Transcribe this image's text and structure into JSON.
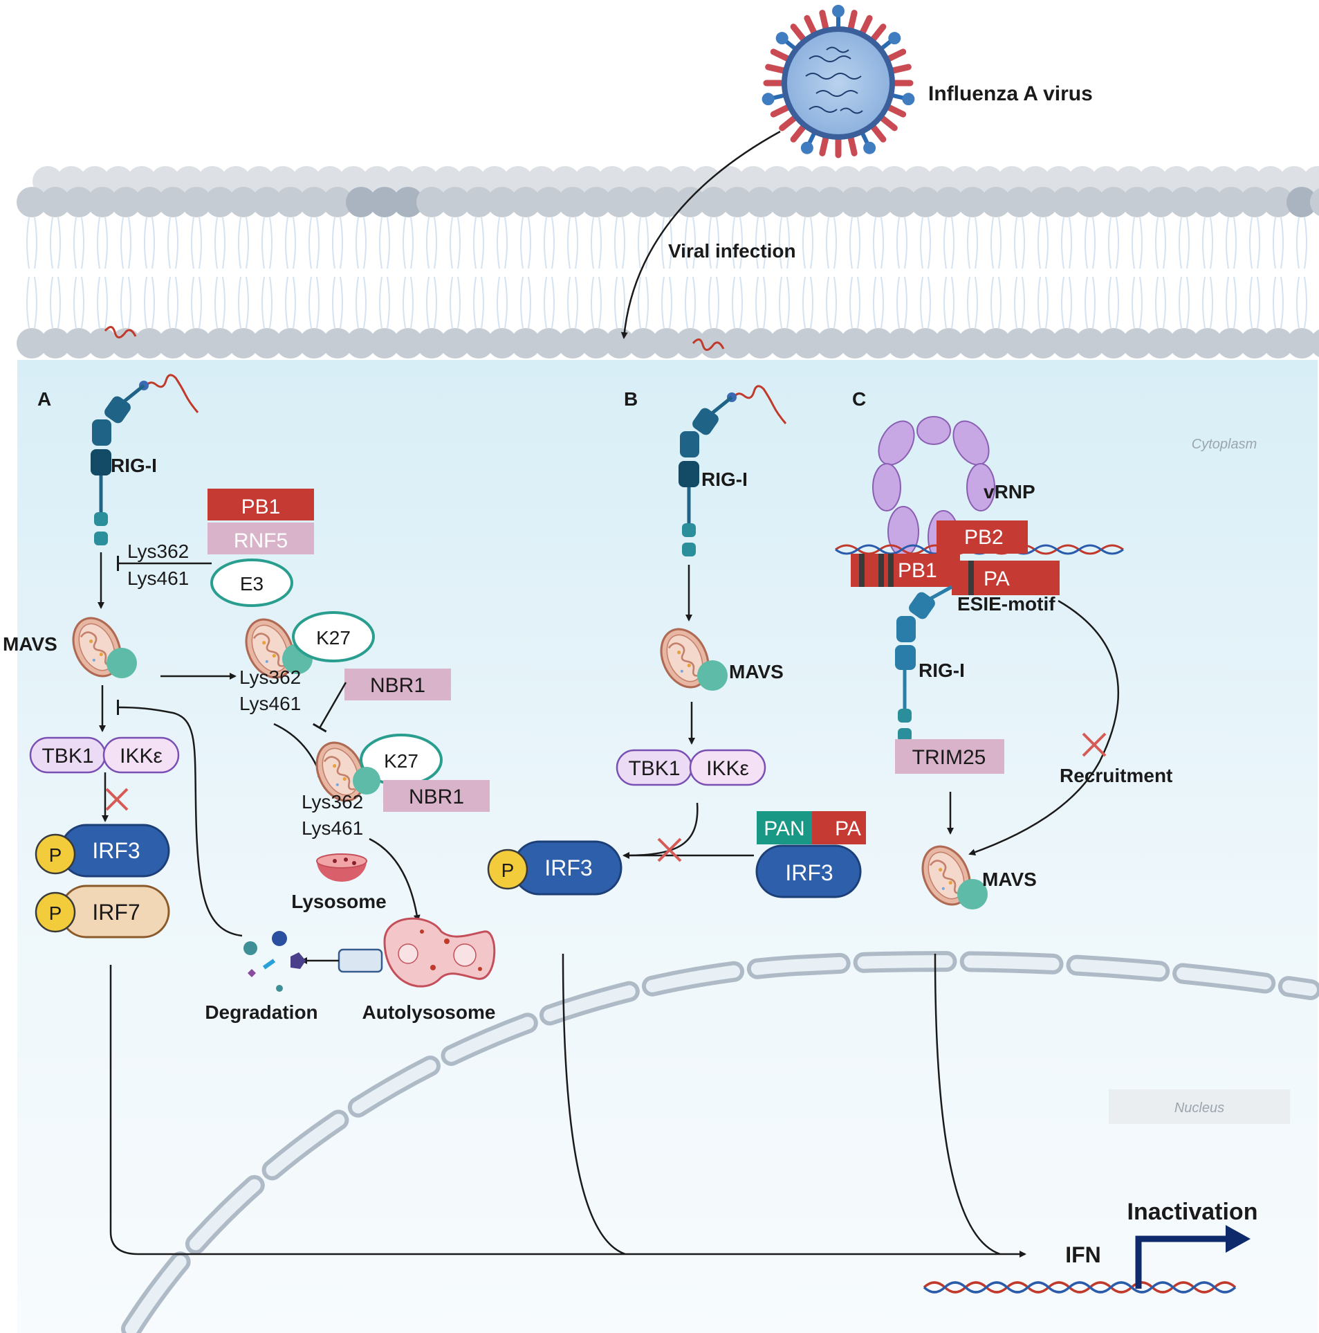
{
  "virus": {
    "label": "Influenza A virus",
    "infection": "Viral infection"
  },
  "compartments": {
    "cytoplasm": "Cytoplasm",
    "nucleus": "Nucleus"
  },
  "panelA": {
    "letter": "A",
    "rigi": "RIG-I",
    "pb1": "PB1",
    "rnf5": "RNF5",
    "lys362": "Lys362",
    "lys461": "Lys461",
    "e3": "E3",
    "mavs": "MAVS",
    "k27": "K27",
    "lys362b": "Lys362",
    "lys461b": "Lys461",
    "nbr1": "NBR1",
    "k27b": "K27",
    "nbr1b": "NBR1",
    "lys362c": "Lys362",
    "lys461c": "Lys461",
    "tbk1": "TBK1",
    "ikke": "IKKε",
    "p1": "P",
    "irf3": "IRF3",
    "p2": "P",
    "irf7": "IRF7",
    "lysosome": "Lysosome",
    "degradation": "Degradation",
    "autolysosome": "Autolysosome"
  },
  "panelB": {
    "letter": "B",
    "rigi": "RIG-I",
    "mavs": "MAVS",
    "tbk1": "TBK1",
    "ikke": "IKKε",
    "p": "P",
    "irf3": "IRF3",
    "pan": "PAN",
    "pa": "PA",
    "irf3b": "IRF3"
  },
  "panelC": {
    "letter": "C",
    "vrnp": "vRNP",
    "pb2": "PB2",
    "pb1": "PB1",
    "pa": "PA",
    "esie": "ESIE-motif",
    "rigi": "RIG-I",
    "trim25": "TRIM25",
    "recruitment": "Recruitment",
    "mavs": "MAVS"
  },
  "output": {
    "ifn": "IFN",
    "inactivation": "Inactivation"
  },
  "colors": {
    "cytoplasm": "#e3f2f8",
    "membrane_head": "#c6ccd3",
    "rigi": "#1f6387",
    "rigi_tail": "#2a8f9a",
    "pb1_red": "#c63a34",
    "rnf5_pink": "#d9b3c9",
    "e3_teal": "#2a9e8e",
    "irf3_blue": "#2d5fab",
    "irf7_tan": "#f2d7b6",
    "phospho_yellow": "#f3cc3c",
    "tbk1_purple": "#ecdbf5",
    "pan_green": "#1a9886",
    "vrnp_lilac": "#c8a8e4",
    "ifn_arrow": "#0f2a6b"
  }
}
